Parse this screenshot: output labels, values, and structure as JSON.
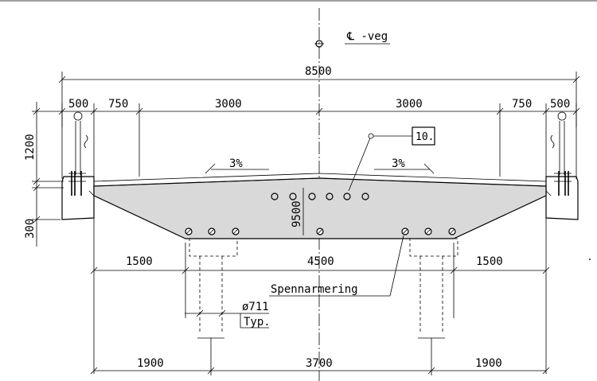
{
  "centerline": {
    "label": "℄ -veg"
  },
  "dimensions": {
    "overall_width": "8500",
    "top_row": [
      "500",
      "750",
      "3000",
      "3000",
      "750",
      "500"
    ],
    "left_vertical": [
      "1200",
      "300"
    ],
    "deck_depth": "9500",
    "mid_row": [
      "1500",
      "4500",
      "1500"
    ],
    "bottom_row": [
      "1900",
      "3700",
      "1900"
    ]
  },
  "slopes": {
    "left": "3%",
    "right": "3%"
  },
  "callout": {
    "number": "10."
  },
  "annotations": {
    "prestress": "Spennarmering",
    "pile_diameter": "ø711",
    "pile_note": "Typ."
  },
  "colors": {
    "deck_fill": "#d9d9d9",
    "line": "#000000"
  }
}
